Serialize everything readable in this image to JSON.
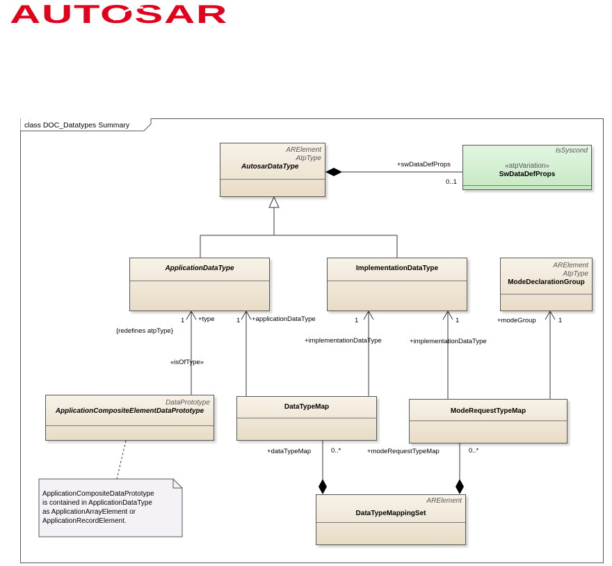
{
  "logo": {
    "text": "AUTOSAR",
    "color": "#e2001a"
  },
  "diagram_title": "class DOC_Datatypes Summary",
  "classes": {
    "autosar_data_type": {
      "stereotypes": [
        "ARElement",
        "AtpType"
      ],
      "name": "AutosarDataType"
    },
    "sw_data_def_props": {
      "stereotype_top": "IsSyscond",
      "stereotype_inner": "«atpVariation»",
      "name": "SwDataDefProps"
    },
    "application_data_type": {
      "name": "ApplicationDataType"
    },
    "implementation_data_type": {
      "name": "ImplementationDataType"
    },
    "mode_declaration_group": {
      "stereotypes": [
        "ARElement",
        "AtpType"
      ],
      "name": "ModeDeclarationGroup"
    },
    "application_composite_element": {
      "stereotype": "DataPrototype",
      "name": "ApplicationCompositeElementDataPrototype"
    },
    "data_type_map": {
      "name": "DataTypeMap"
    },
    "mode_request_type_map": {
      "name": "ModeRequestTypeMap"
    },
    "data_type_mapping_set": {
      "stereotype": "ARElement",
      "name": "DataTypeMappingSet"
    }
  },
  "labels": {
    "sw_data_def_props_role": "+swDataDefProps",
    "sw_data_def_props_mult": "0..1",
    "type_mult": "1",
    "type_role": "+type",
    "redefines": "{redefines atpType}",
    "is_of_type": "«isOfType»",
    "app_dt_mult": "1",
    "app_dt_role": "+applicationDataType",
    "impl_dt_mult_1": "1",
    "impl_dt_role_1": "+implementationDataType",
    "impl_dt_role_2": "+implementationDataType",
    "impl_dt_mult_2": "1",
    "mode_group_role": "+modeGroup",
    "mode_group_mult": "1",
    "data_type_map_role": "+dataTypeMap",
    "data_type_map_mult": "0..*",
    "mode_request_type_map_role": "+modeRequestTypeMap",
    "mode_request_type_map_mult": "0..*"
  },
  "note": {
    "lines": [
      "ApplicationCompositeDataPrototype",
      "is contained in ApplicationDataType",
      "as ApplicationArrayElement or",
      "ApplicationRecordElement."
    ]
  }
}
